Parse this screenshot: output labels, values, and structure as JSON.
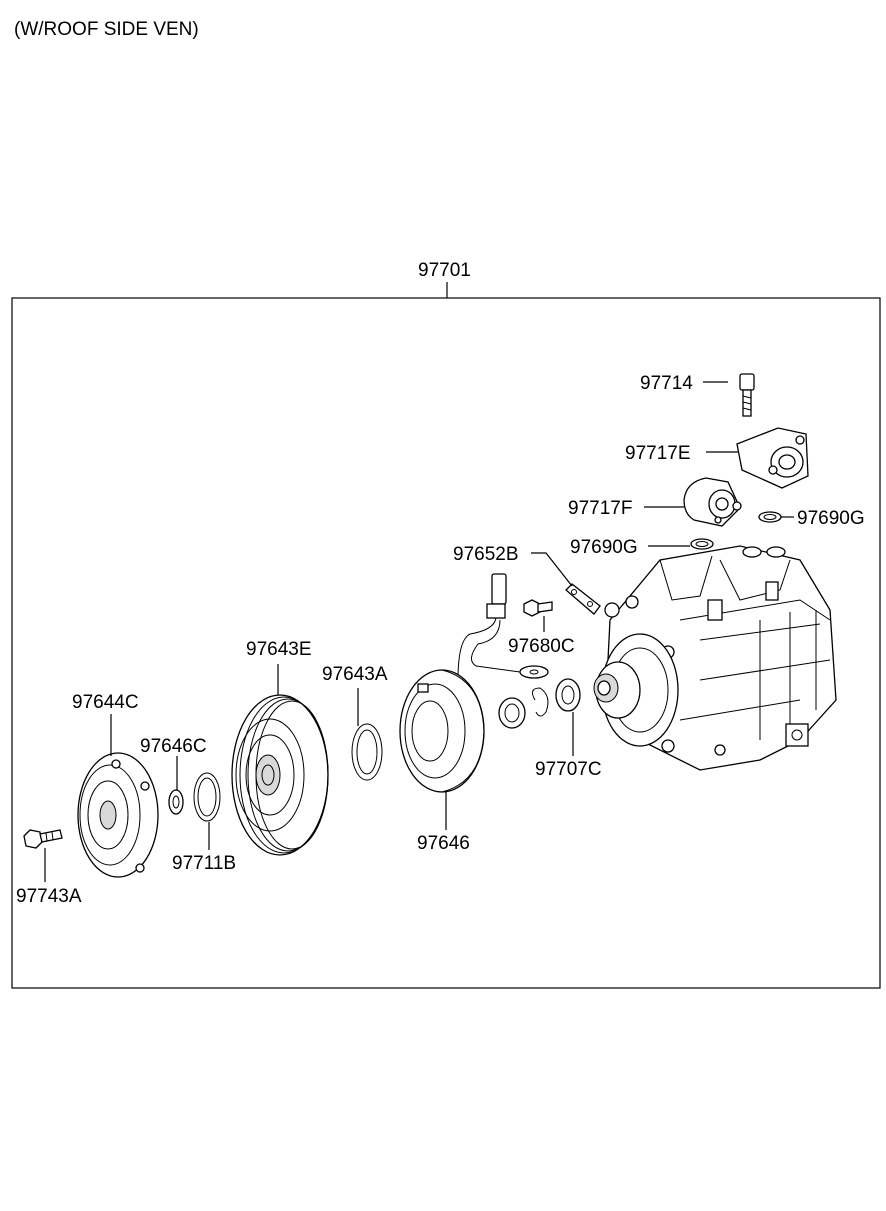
{
  "title": "(W/ROOF SIDE VEN)",
  "assembly_label": "97701",
  "parts": [
    {
      "id": "97714"
    },
    {
      "id": "97717E"
    },
    {
      "id": "97717F"
    },
    {
      "id": "97690G"
    },
    {
      "id": "97690G"
    },
    {
      "id": "97652B"
    },
    {
      "id": "97680C"
    },
    {
      "id": "97643E"
    },
    {
      "id": "97643A"
    },
    {
      "id": "97644C"
    },
    {
      "id": "97646C"
    },
    {
      "id": "97707C"
    },
    {
      "id": "97646"
    },
    {
      "id": "97711B"
    },
    {
      "id": "97743A"
    }
  ]
}
